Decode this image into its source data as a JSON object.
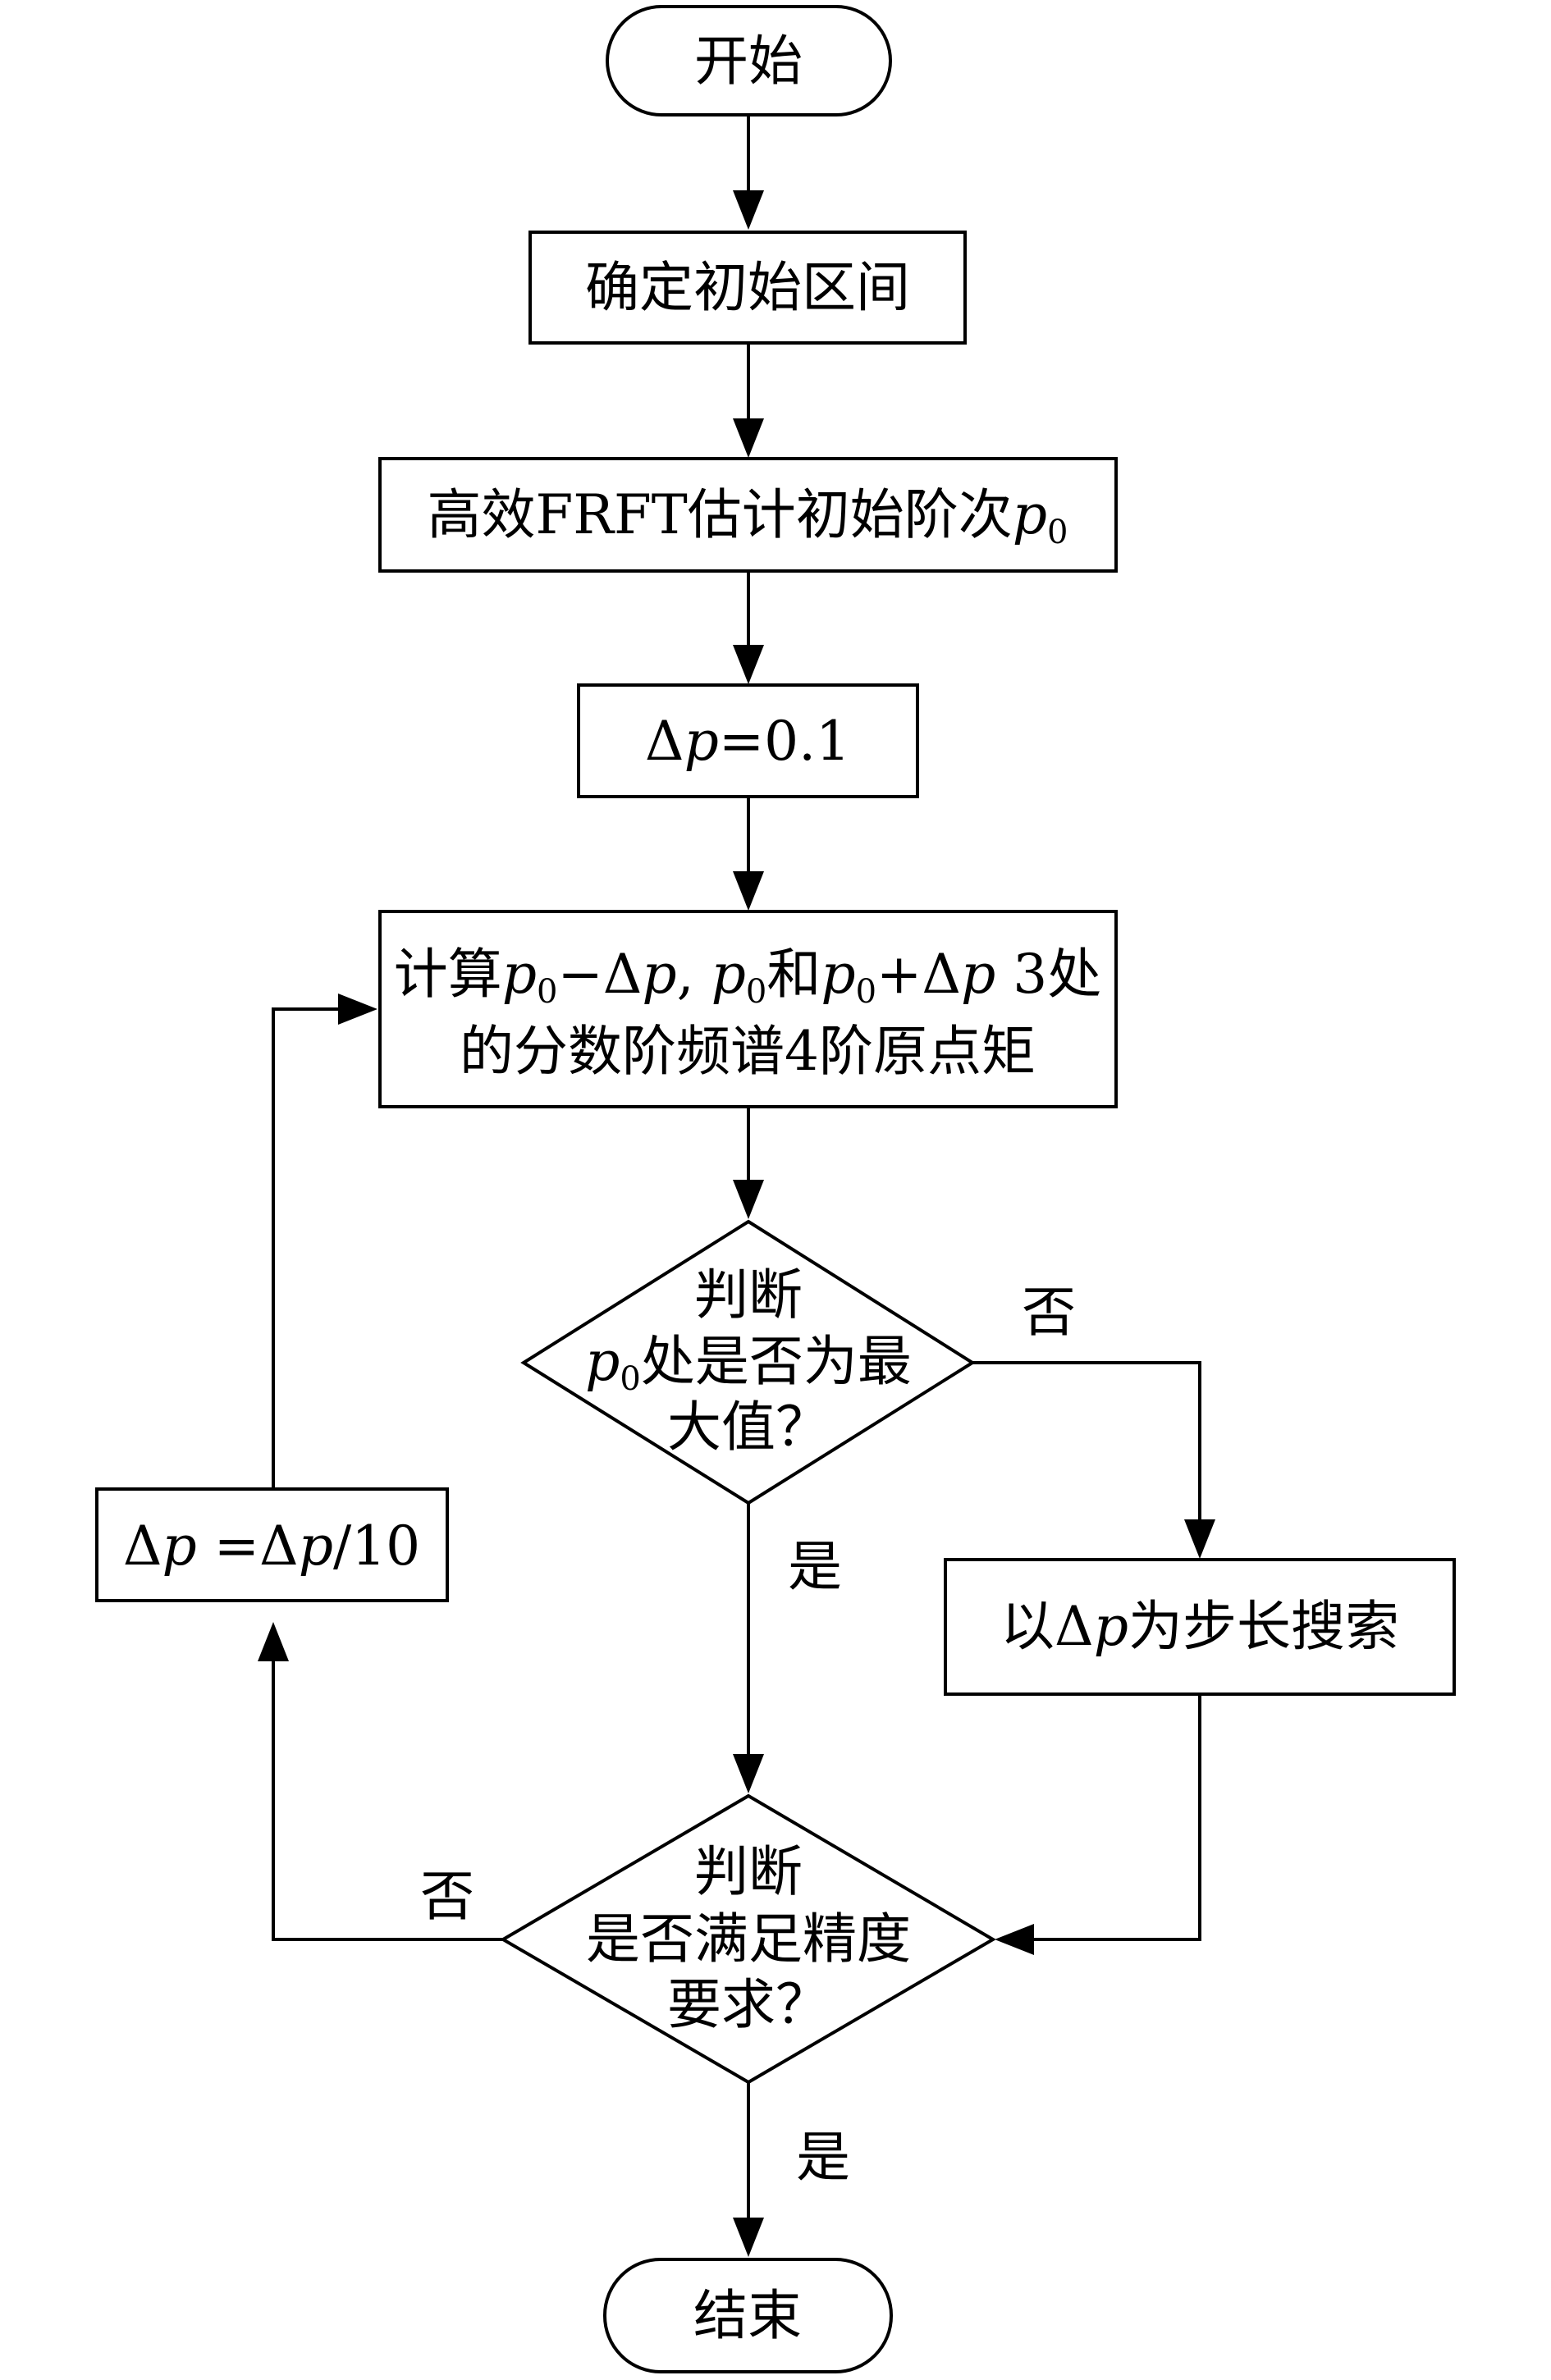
{
  "nodes": {
    "start": {
      "text": "开始"
    },
    "init_interval": {
      "text": "确定初始区间"
    },
    "estimate_order": {
      "text": "高效FRFT估计初始阶次",
      "symbol": "p",
      "sub": "0"
    },
    "init_step": {
      "delta": "Δ",
      "symbol": "p",
      "rest": "=0.1"
    },
    "compute": {
      "line1": [
        "计算",
        "p",
        "0",
        "−Δ",
        "p",
        ", ",
        "p",
        "0",
        "和",
        "p",
        "0",
        "+Δ",
        "p",
        "  3处"
      ],
      "line2": "的分数阶频谱4阶原点矩"
    },
    "check_max": {
      "line1": "判断",
      "line2_symbol": "p",
      "line2_sub": "0",
      "line2_rest": "处是否为最",
      "line3": "大值？"
    },
    "search": {
      "prefix": "以Δ",
      "symbol": "p",
      "suffix": "为步长搜索"
    },
    "refine_step": {
      "delta1": "Δ",
      "symbol1": "p",
      "mid": " =Δ",
      "symbol2": "p",
      "rest": "/10"
    },
    "check_precision": {
      "line1": "判断",
      "line2": "是否满足精度",
      "line3": "要求？"
    },
    "end": {
      "text": "结束"
    }
  },
  "edge_labels": {
    "max_no": "否",
    "max_yes": "是",
    "precision_no": "否",
    "precision_yes": "是"
  }
}
